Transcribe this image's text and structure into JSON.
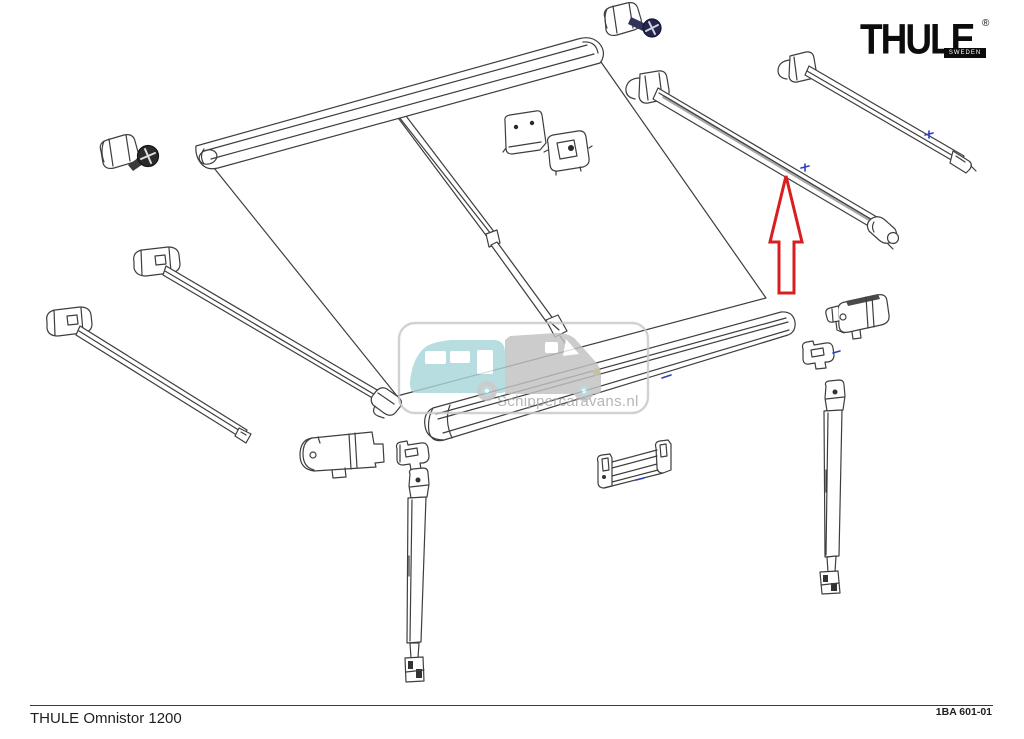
{
  "header": {
    "brand_logo": "THULE",
    "registered_mark": "®",
    "brand_badge": "Sweden"
  },
  "watermark": {
    "site": "Schippercaravans.nl"
  },
  "footer": {
    "product_title": "THULE Omnistor 1200",
    "drawing_number": "1BA 601-01"
  },
  "colors": {
    "line": "#3e3e3e",
    "highlight_red": "#d81f1f",
    "mark_blue": "#2b3fbf",
    "mark_yellow": "#d9c300",
    "watermark_teal": "#a9d6da",
    "watermark_gray": "#c2c2c2",
    "watermark_text": "#a6a6a6"
  }
}
